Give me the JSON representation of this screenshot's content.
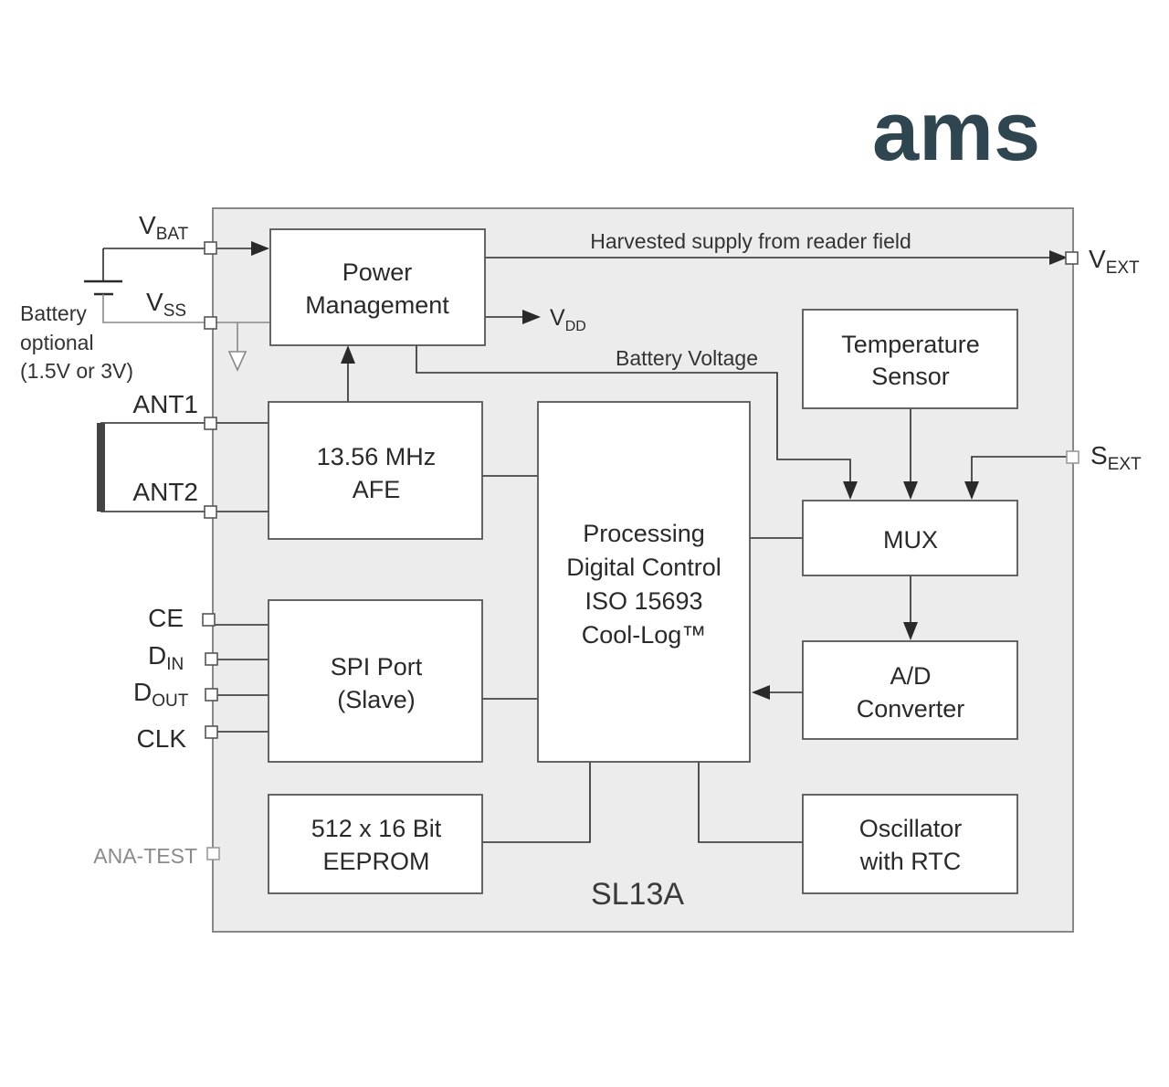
{
  "logo": {
    "text": "ams",
    "color": "#2f4650"
  },
  "chip": {
    "name": "SL13A",
    "fill": "#ececec"
  },
  "blocks": {
    "power": [
      "Power",
      "Management"
    ],
    "afe": [
      "13.56 MHz",
      "AFE"
    ],
    "processing": [
      "Processing",
      "Digital Control",
      "ISO 15693",
      "Cool-Log™"
    ],
    "spi": [
      "SPI Port",
      "(Slave)"
    ],
    "eeprom": [
      "512 x 16 Bit",
      "EEPROM"
    ],
    "temp": [
      "Temperature",
      "Sensor"
    ],
    "mux": [
      "MUX"
    ],
    "adc": [
      "A/D",
      "Converter"
    ],
    "osc": [
      "Oscillator",
      "with RTC"
    ]
  },
  "pins": {
    "vbat": {
      "main": "V",
      "sub": "BAT"
    },
    "vss": {
      "main": "V",
      "sub": "SS"
    },
    "vext": {
      "main": "V",
      "sub": "EXT"
    },
    "vdd": {
      "main": "V",
      "sub": "DD"
    },
    "sext": {
      "main": "S",
      "sub": "EXT"
    },
    "din": {
      "main": "D",
      "sub": "IN"
    },
    "dout": {
      "main": "D",
      "sub": "OUT"
    },
    "ant1": "ANT1",
    "ant2": "ANT2",
    "ce": "CE",
    "clk": "CLK",
    "ana_test": "ANA-TEST"
  },
  "labels": {
    "harvested": "Harvested supply from reader field",
    "battery_voltage": "Battery Voltage",
    "battery_optional": [
      "Battery",
      "optional",
      "(1.5V or 3V)"
    ]
  }
}
